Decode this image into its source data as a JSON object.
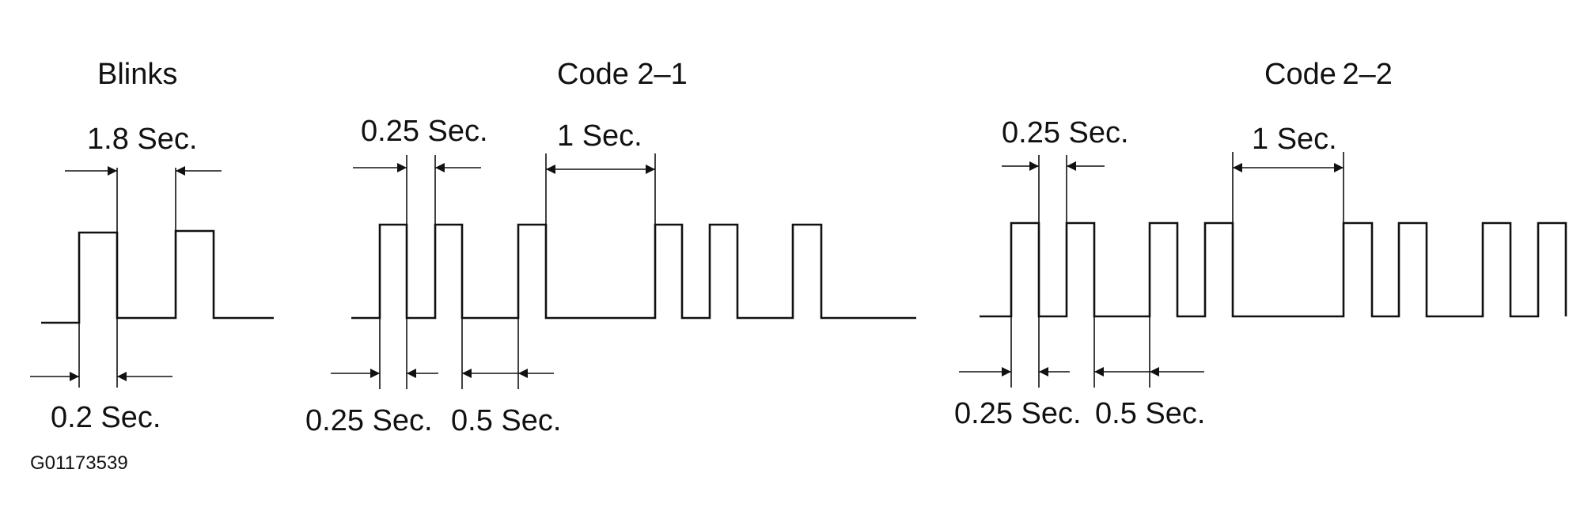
{
  "panels": {
    "blinks": {
      "title": "Blinks",
      "top_label": "1.8 Sec.",
      "bottom_label": "0.2 Sec."
    },
    "code_21": {
      "title": "Code 2–1",
      "pulse_label": "0.25 Sec.",
      "gap_label": "1 Sec.",
      "bottom_short_label": "0.25 Sec.",
      "bottom_long_label": "0.5 Sec."
    },
    "code_22": {
      "title": "Code 2–2",
      "pulse_label": "0.25 Sec.",
      "gap_label": "1 Sec.",
      "bottom_short_label": "0.25 Sec.",
      "bottom_long_label": "0.5 Sec."
    }
  },
  "figure_id": "G01173539"
}
